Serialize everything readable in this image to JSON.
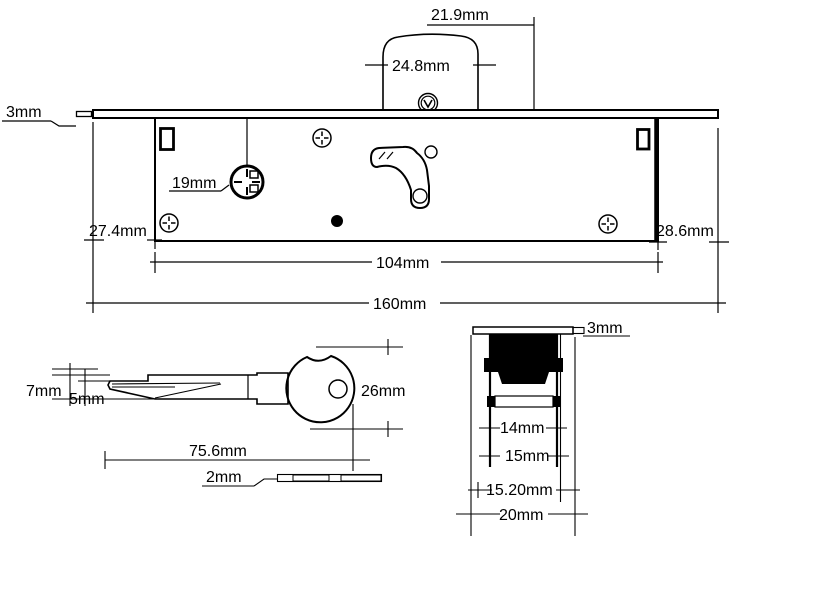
{
  "front_view": {
    "cylinder_offset": "21.9mm",
    "cylinder_width": "24.8mm",
    "faceplate_thickness": "3mm",
    "keyhole_diameter": "19mm",
    "left_offset": "27.4mm",
    "right_offset": "28.6mm",
    "case_length": "104mm",
    "faceplate_length": "160mm"
  },
  "key_view": {
    "tip_width": "7mm",
    "tip_step": "5mm",
    "bow_diameter": "26mm",
    "key_length": "75.6mm",
    "key_thickness": "2mm"
  },
  "section_view": {
    "faceplate_thickness": "3mm",
    "inner_width": "14mm",
    "mid_width": "15mm",
    "outer_width": "15.20mm",
    "total_width": "20mm"
  }
}
